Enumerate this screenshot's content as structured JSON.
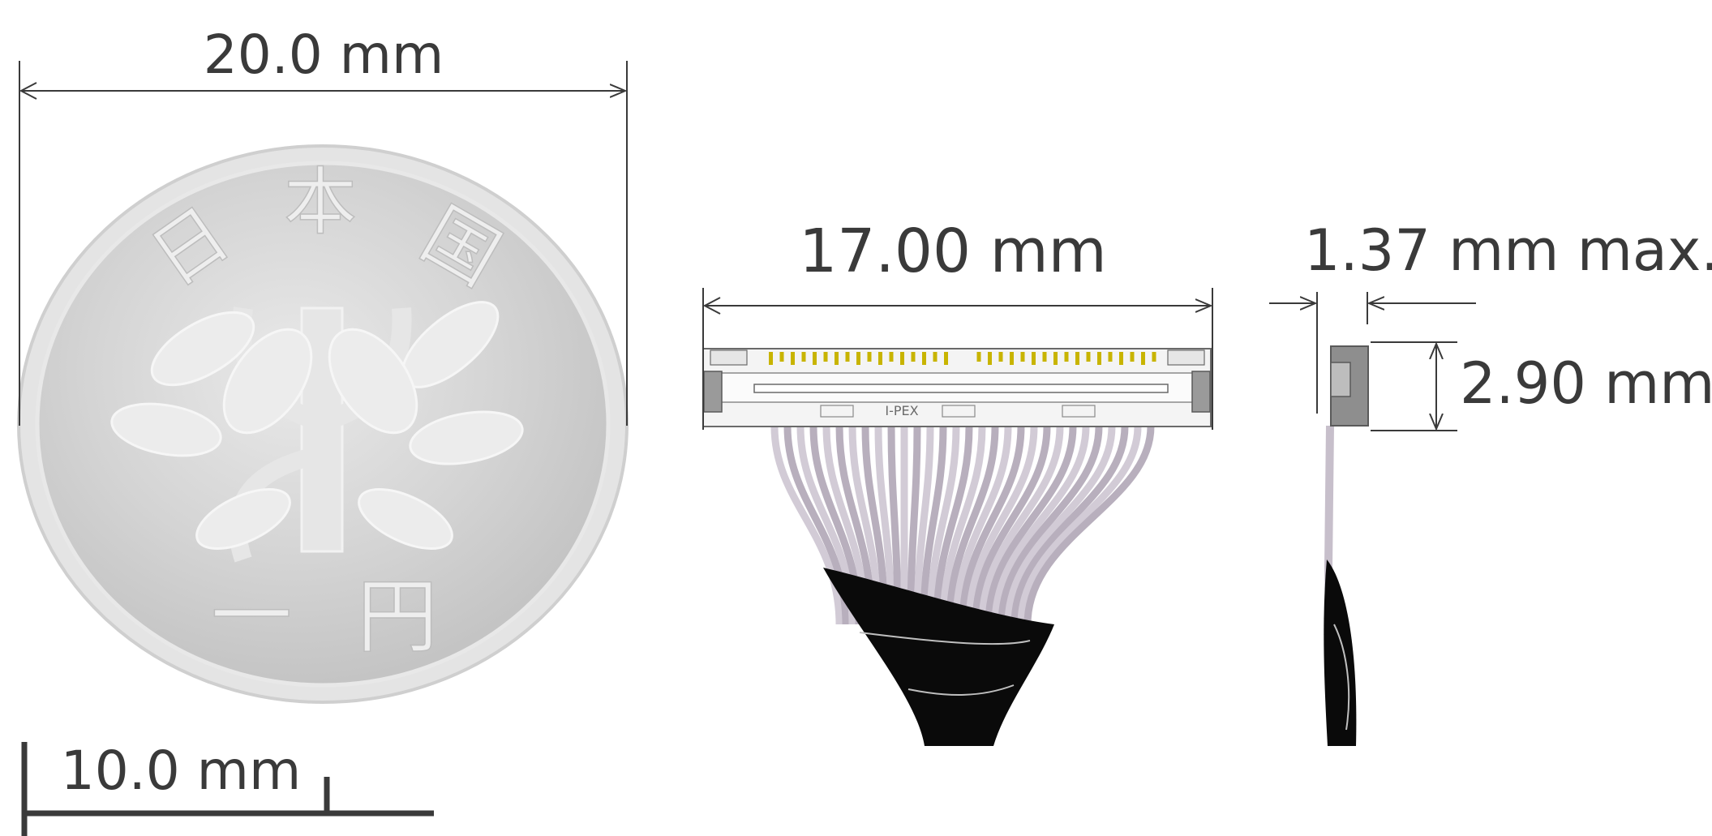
{
  "dimensions": {
    "coin_diameter": "20.0 mm",
    "scale_bar": "10.0 mm",
    "connector_width": "17.00 mm",
    "connector_thickness": "1.37 mm max.",
    "connector_height": "2.90 mm"
  },
  "coin": {
    "top_characters": [
      "日",
      "本",
      "国"
    ],
    "bottom_characters": [
      "一",
      "円"
    ]
  },
  "connector": {
    "brand_mark": "I-PEX"
  },
  "colors": {
    "dimension_line": "#3a3a3a",
    "coin_face": "#d6d6d6",
    "cable_insulation": "#c7bfcb",
    "jacket": "#0a0a0a",
    "contacts": "#c8b400"
  }
}
